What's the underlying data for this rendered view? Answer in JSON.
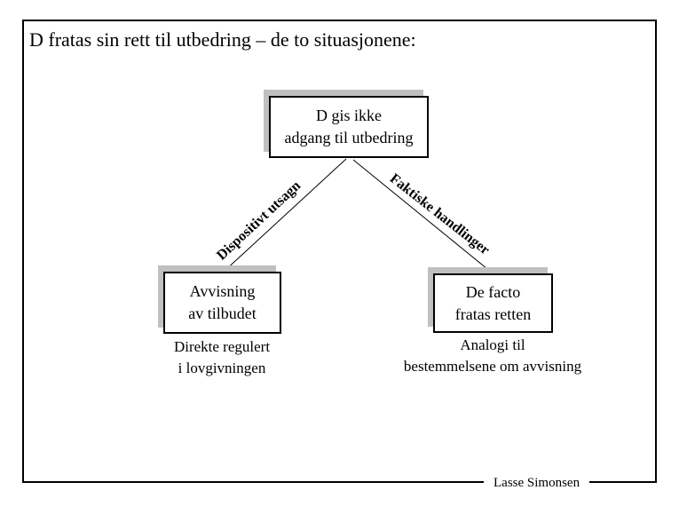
{
  "slide": {
    "title": "D fratas sin rett til utbedring – de to situasjonene:",
    "footer": "Lasse Simonsen"
  },
  "diagram": {
    "root_box": {
      "line1": "D gis ikke",
      "line2": "adgang til utbedring"
    },
    "left_branch": {
      "edge_label": "Dispositivt utsagn",
      "box": {
        "line1": "Avvisning",
        "line2": "av tilbudet"
      },
      "note": {
        "line1": "Direkte regulert",
        "line2": "i lovgivningen"
      }
    },
    "right_branch": {
      "edge_label": "Faktiske handlinger",
      "box": {
        "line1": "De facto",
        "line2": "fratas retten"
      },
      "note": {
        "line1": "Analogi til",
        "line2": "bestemmelsene om avvisning"
      }
    },
    "colors": {
      "background": "#ffffff",
      "box_border": "#000000",
      "box_shadow": "#c0c0c0",
      "line": "#000000",
      "text": "#000000"
    }
  }
}
